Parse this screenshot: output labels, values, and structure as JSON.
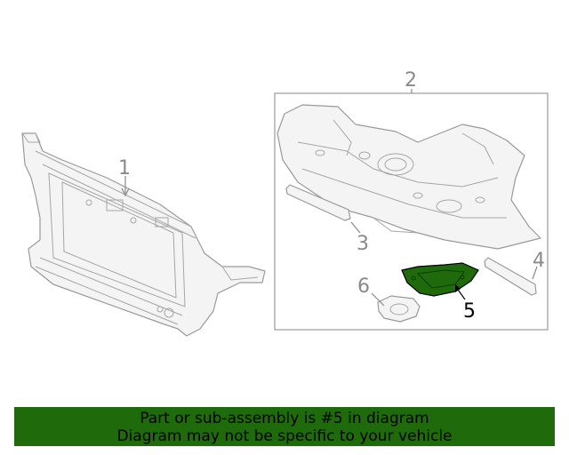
{
  "callouts": {
    "c1": "1",
    "c2": "2",
    "c3": "3",
    "c4": "4",
    "c5": "5",
    "c6": "6"
  },
  "highlight_color": "#1f6a0a",
  "banner": {
    "line1": "Part or sub-assembly is #5 in diagram",
    "line2": "Diagram may not be specific to your vehicle"
  }
}
